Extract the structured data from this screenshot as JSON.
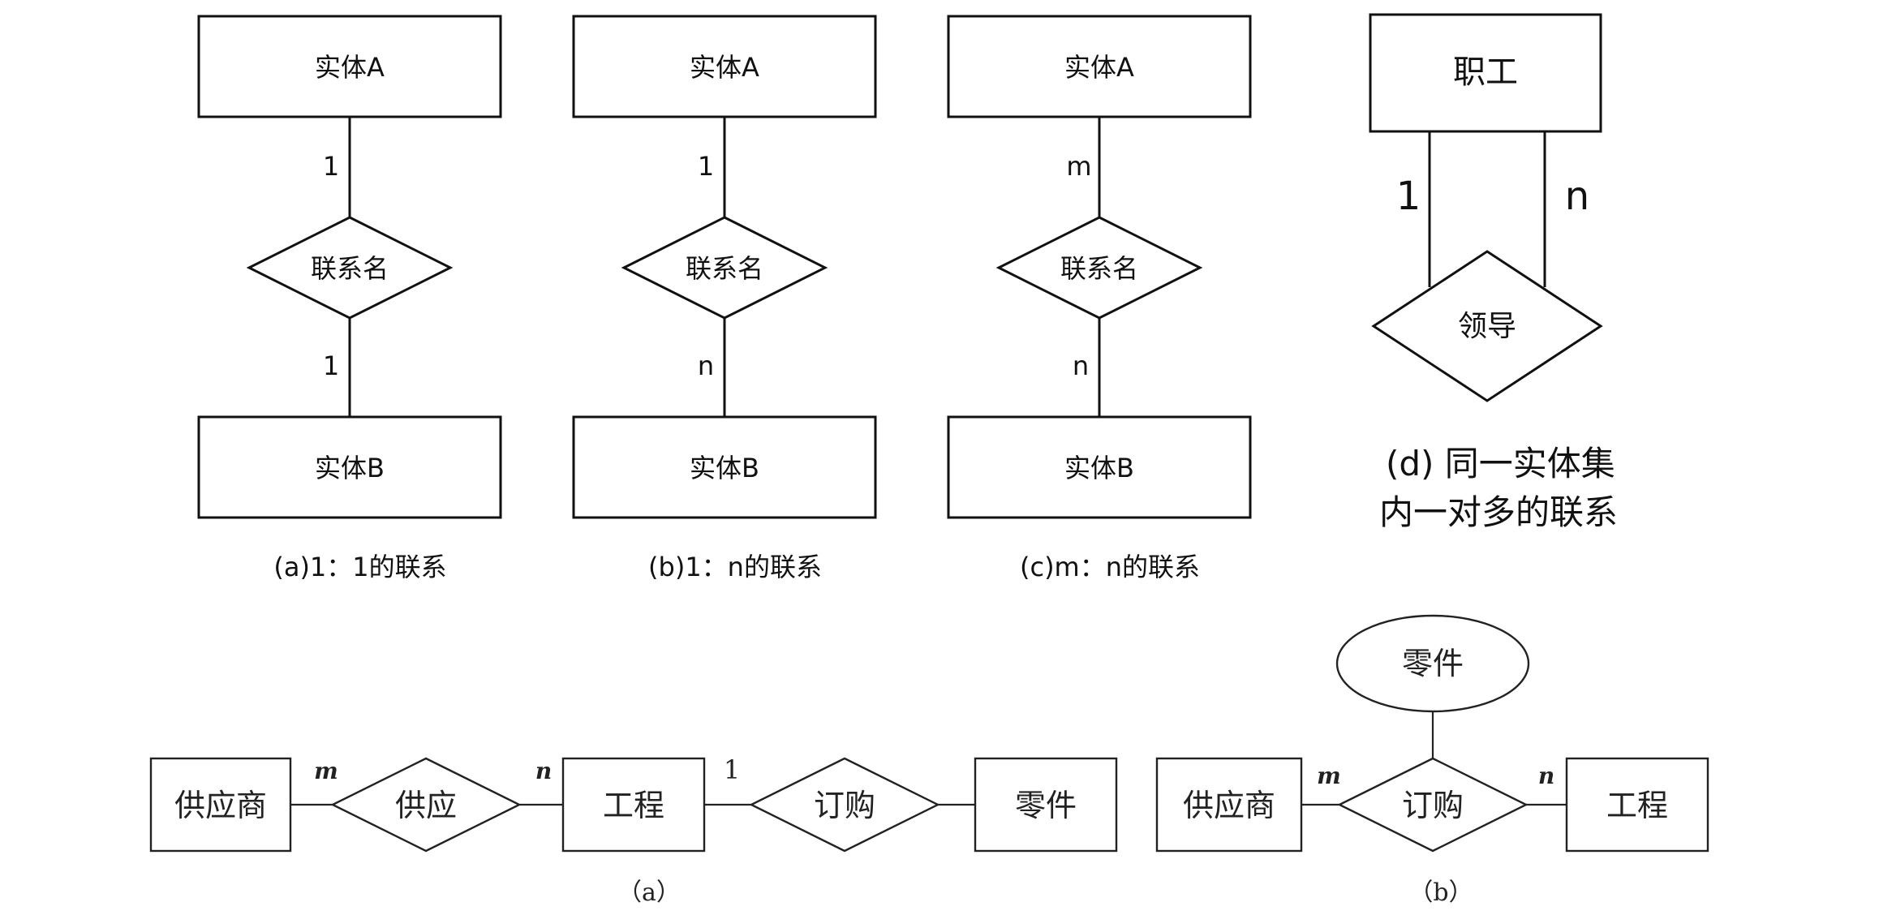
{
  "top": {
    "panels": [
      {
        "entity_a": "实体A",
        "relation": "联系名",
        "entity_b": "实体B",
        "card_a": "1",
        "card_b": "1",
        "caption": "(a)1：1的联系"
      },
      {
        "entity_a": "实体A",
        "relation": "联系名",
        "entity_b": "实体B",
        "card_a": "1",
        "card_b": "n",
        "caption": "(b)1：n的联系"
      },
      {
        "entity_a": "实体A",
        "relation": "联系名",
        "entity_b": "实体B",
        "card_a": "m",
        "card_b": "n",
        "caption": "(c)m：n的联系"
      }
    ],
    "panel_d": {
      "entity": "职工",
      "relation": "领导",
      "card_left": "1",
      "card_right": "n",
      "caption_line1": "(d) 同一实体集",
      "caption_line2": "内一对多的联系"
    }
  },
  "bottom": {
    "a": {
      "supplier": "供应商",
      "supply": "供应",
      "project": "工程",
      "order": "订购",
      "part": "零件",
      "card_m": "m",
      "card_n": "n",
      "card_1": "1",
      "caption": "（a）"
    },
    "b": {
      "part": "零件",
      "supplier": "供应商",
      "order": "订购",
      "project": "工程",
      "card_m": "m",
      "card_n": "n",
      "caption": "（b）"
    }
  }
}
